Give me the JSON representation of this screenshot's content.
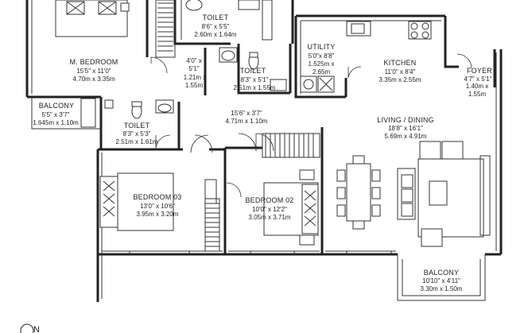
{
  "rooms": {
    "master_bedroom": {
      "name": "M. BEDROOM",
      "dim_imperial": "15'5\" x 11'0\"",
      "dim_metric": "4.70m x 3.35m"
    },
    "toilet_top": {
      "name": "TOILET",
      "dim_imperial": "8'6\" x 5'5\"",
      "dim_metric": "2.60m x 1.64m"
    },
    "utility": {
      "name": "UTILITY",
      "dim_imperial": "5'0\"x 8'8\"",
      "dim_metric1": "1.525m x",
      "dim_metric2": "2.65m"
    },
    "kitchen": {
      "name": "KITCHEN",
      "dim_imperial": "11'0\" x 8'4\"",
      "dim_metric": "3.35m x 2.55m"
    },
    "foyer": {
      "name": "FOYER",
      "dim_imperial": "4'7\" x 5'1\"",
      "dim_metric1": "1.40m x",
      "dim_metric2": "1.55m"
    },
    "passage_small": {
      "dim_imperial1": "4'0\" x",
      "dim_imperial2": "5'1\"",
      "dim_metric1": "1.21m x",
      "dim_metric2": "1.55m"
    },
    "toilet_middle": {
      "name": "TOILET",
      "dim_imperial": "8'3\" x 5'1\"",
      "dim_metric": "2.51m x 1.55m"
    },
    "balcony_left": {
      "name": "BALCONY",
      "dim_imperial": "5'5\" x 3'7\"",
      "dim_metric": "1.645m x 1.10m"
    },
    "toilet_left": {
      "name": "TOILET",
      "dim_imperial": "8'3\" x 5'3\"",
      "dim_metric": "2.51m x 1.61m"
    },
    "passage": {
      "dim_imperial": "15'6\" x 3'7\"",
      "dim_metric": "4.71m x 1.10m"
    },
    "living_dining": {
      "name": "LIVING / DINING",
      "dim_imperial": "18'8\" x 16'1\"",
      "dim_metric": "5.69m x 4.91m"
    },
    "bedroom3": {
      "name": "BEDROOM 03",
      "dim_imperial": "13'0\" x 10'6\"",
      "dim_metric": "3.95m x 3.20m"
    },
    "bedroom2": {
      "name": "BEDROOM 02",
      "dim_imperial": "10'0\" x 12'2\"",
      "dim_metric": "3.05m x 3.71m"
    },
    "balcony_bottom": {
      "name": "BALCONY",
      "dim_imperial": "10'10\" x 4'11\"",
      "dim_metric": "3.30m x 1.50m"
    }
  },
  "compass": {
    "label": "N"
  }
}
